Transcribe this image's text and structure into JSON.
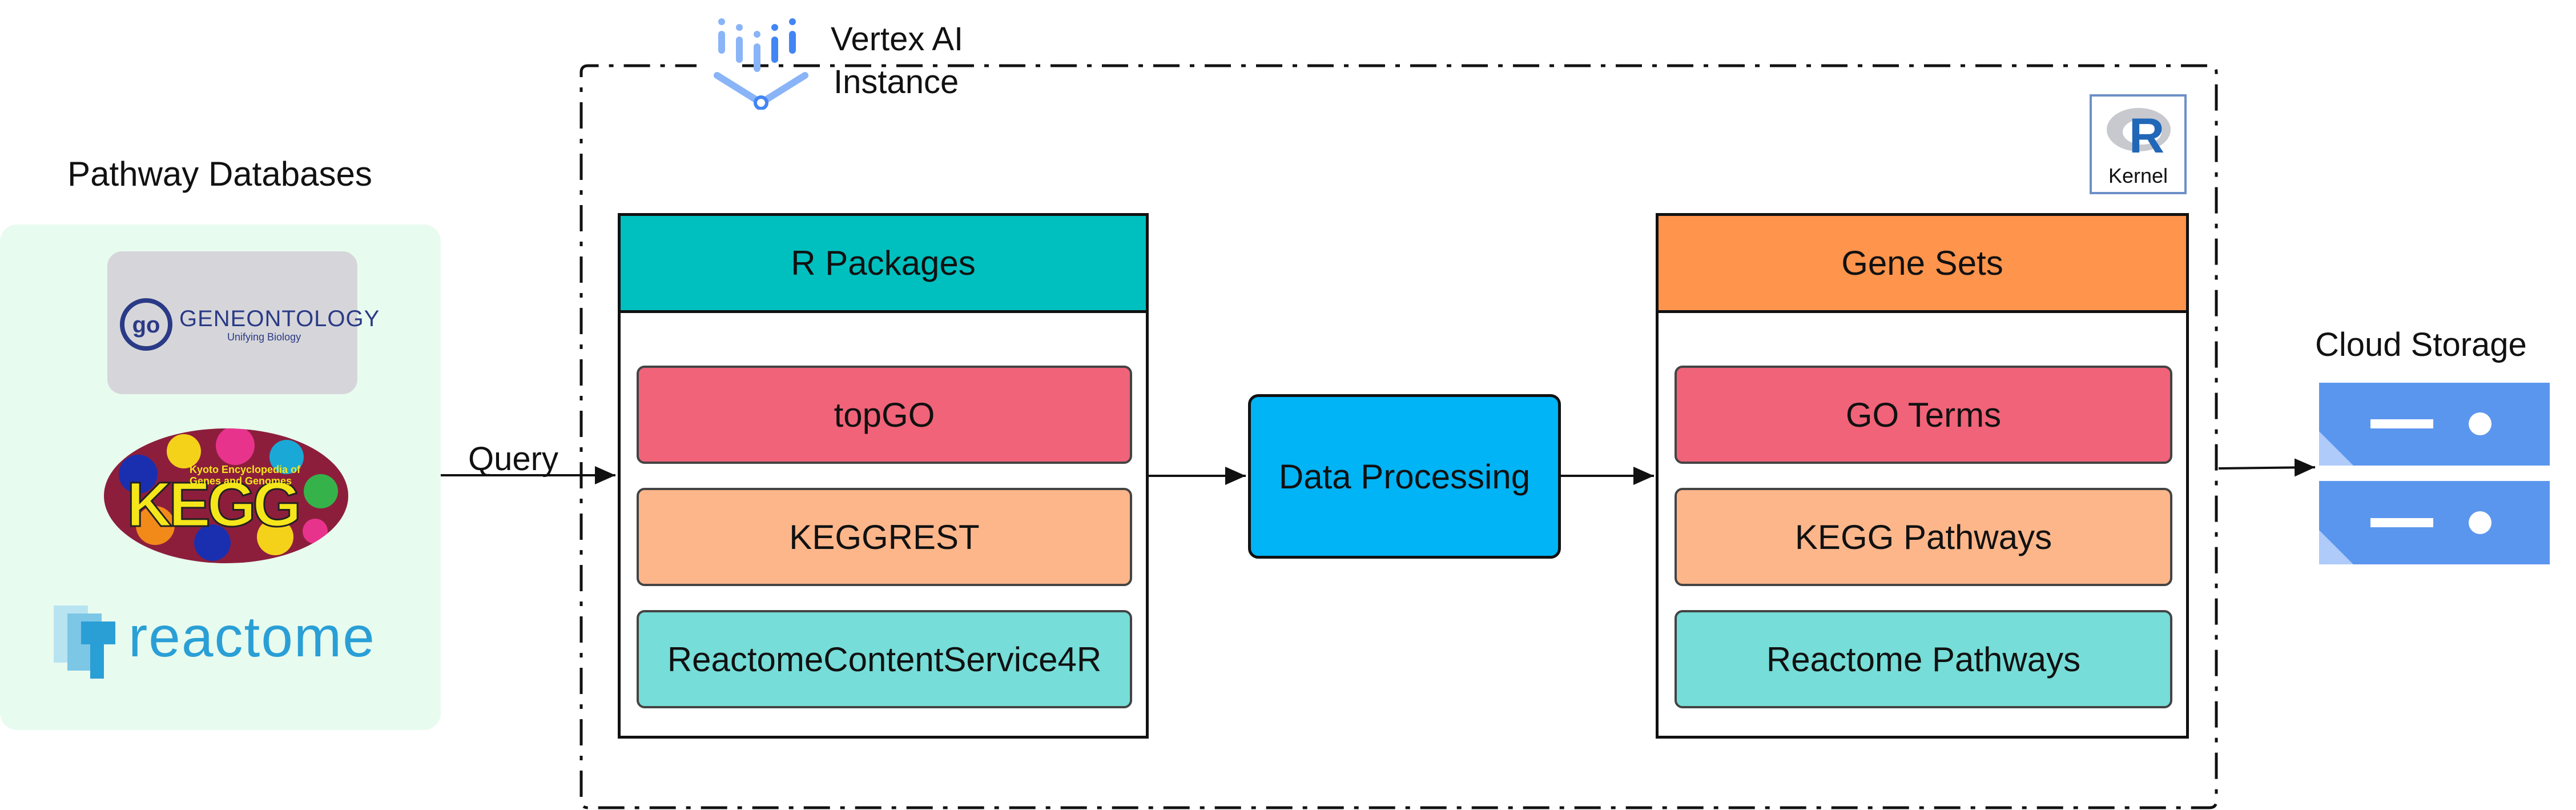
{
  "databases": {
    "title": "Pathway Databases",
    "geneontology": {
      "name": "GENEONTOLOGY",
      "tagline": "Unifying Biology"
    },
    "kegg": {
      "name": "KEGG",
      "tagline": "Kyoto Encyclopedia of Genes and Genomes"
    },
    "reactome": {
      "name": "reactome"
    }
  },
  "query_label": "Query",
  "vertex": {
    "title_line1": "Vertex AI",
    "title_line2": "Instance"
  },
  "r_kernel": {
    "letter": "R",
    "label": "Kernel"
  },
  "r_packages": {
    "title": "R Packages",
    "items": [
      "topGO",
      "KEGGREST",
      "ReactomeContentService4R"
    ]
  },
  "data_processing": "Data Processing",
  "gene_sets": {
    "title": "Gene Sets",
    "items": [
      "GO Terms",
      "KEGG Pathways",
      "Reactome Pathways"
    ]
  },
  "cloud_storage": {
    "title": "Cloud Storage"
  },
  "colors": {
    "db_panel_bg": "#e8fbef",
    "r_packages_header": "#00bfbf",
    "gene_sets_header": "#ff944d",
    "item_red": "#f06378",
    "item_peach": "#fdb68a",
    "item_teal": "#76ddd8",
    "data_processing": "#00b4f5",
    "storage_blue": "#5b96ee"
  },
  "icons": [
    "vertex-ai-icon",
    "r-kernel-icon",
    "cloud-storage-icon",
    "geneontology-logo",
    "kegg-logo",
    "reactome-logo"
  ]
}
